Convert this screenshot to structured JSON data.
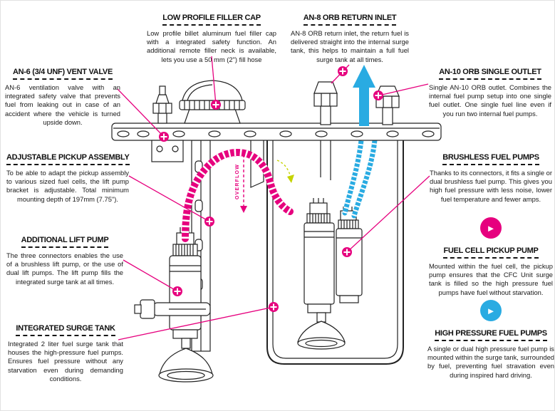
{
  "colors": {
    "pink": "#e6007e",
    "cyan": "#29abe2",
    "ink": "#1a1a1a",
    "background": "#ffffff"
  },
  "icons": {
    "arrow_glyph": "►"
  },
  "diagram": {
    "overflow_label": "OVERFLOW"
  },
  "callouts": {
    "filler_cap": {
      "title": "LOW PROFILE FILLER CAP",
      "body": "Low profile billet aluminum fuel filler cap with a integrated safety function. An additional remote filler neck is available, lets you use a 50 mm (2\") fill hose"
    },
    "return_inlet": {
      "title": "AN-8 ORB RETURN INLET",
      "body": "AN-8 ORB return inlet, the return fuel is delivered straight into the internal surge tank, this helps to maintain a full fuel surge tank at all times."
    },
    "vent_valve": {
      "title": "AN-6 (3/4 UNF) VENT VALVE",
      "body": "AN-6 ventilation valve with an integrated safety valve that prevents fuel from leaking out in case of an accident where the vehicle is turned upside down."
    },
    "single_outlet": {
      "title": "AN-10 ORB SINGLE OUTLET",
      "body": "Single AN-10 ORB outlet. Combines the internal fuel pump setup into one single fuel outlet. One single fuel line even if you run two internal fuel pumps."
    },
    "pickup_assembly": {
      "title": "ADJUSTABLE PICKUP ASSEMBLY",
      "body": "To be able to adapt the pickup assembly to various sized fuel cells, the lift pump bracket is adjustable. Total minimum mounting depth of 197mm (7.75\")."
    },
    "brushless_pumps": {
      "title": "BRUSHLESS FUEL PUMPS",
      "body": "Thanks to its connectors, it fits a single or dual brushless fuel pump. This gives you high fuel pressure with less noise, lower fuel temperature and fewer amps."
    },
    "lift_pump": {
      "title": "ADDITIONAL LIFT PUMP",
      "body": "The three connectors enables the use of a brushless lift pump, or the use of dual lift pumps. The lift pump fills the integrated surge tank at all times."
    },
    "pickup_pump": {
      "title": "FUEL CELL PICKUP PUMP",
      "body": "Mounted within the fuel cell, the pickup pump ensures that the CFC Unit surge tank is filled so the high pressure fuel pumps have fuel without starvation."
    },
    "surge_tank": {
      "title": "INTEGRATED SURGE TANK",
      "body": "Integrated 2 liter fuel surge tank that houses the high-pressure fuel pumps. Ensures fuel pressure without any starvation even during demanding conditions."
    },
    "high_pressure_pumps": {
      "title": "HIGH PRESSURE FUEL PUMPS",
      "body": "A single or dual high pressure fuel pump is mounted within the surge tank, surrounded by fuel, preventing fuel stravation even during inspired hard driving."
    }
  }
}
